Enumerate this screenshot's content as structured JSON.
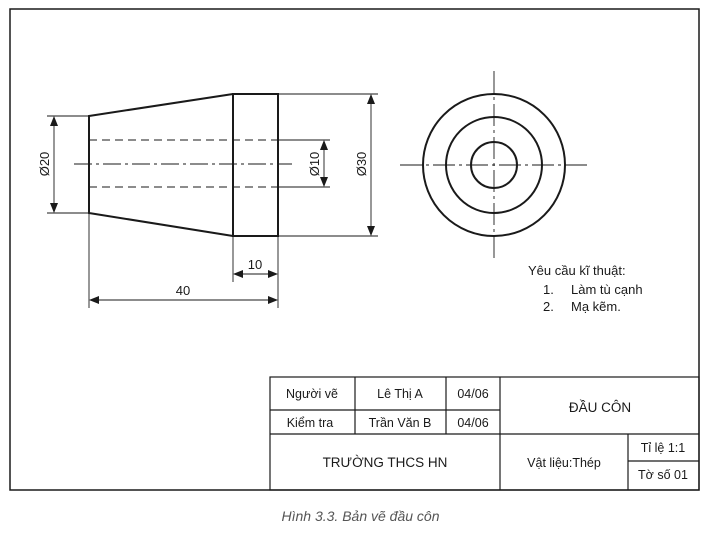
{
  "dimensions": {
    "d20": "Ø20",
    "d10": "Ø10",
    "d30": "Ø30",
    "len10": "10",
    "len40": "40"
  },
  "requirements": {
    "title": "Yêu cầu kĩ thuật:",
    "items": [
      {
        "num": "1.",
        "text": "Làm tù cạnh"
      },
      {
        "num": "2.",
        "text": "Mạ kẽm."
      }
    ]
  },
  "title_block": {
    "drawn_by_label": "Người vẽ",
    "drawn_by_name": "Lê Thị A",
    "drawn_date": "04/06",
    "checked_label": "Kiểm tra",
    "checked_name": "Trần Văn B",
    "checked_date": "04/06",
    "part_name": "ĐẦU CÔN",
    "school": "TRƯỜNG THCS HN",
    "material": "Vật liệu:Thép",
    "scale": "Tỉ lệ 1:1",
    "sheet": "Tờ số 01"
  },
  "caption": "Hình 3.3. Bản vẽ đầu côn"
}
